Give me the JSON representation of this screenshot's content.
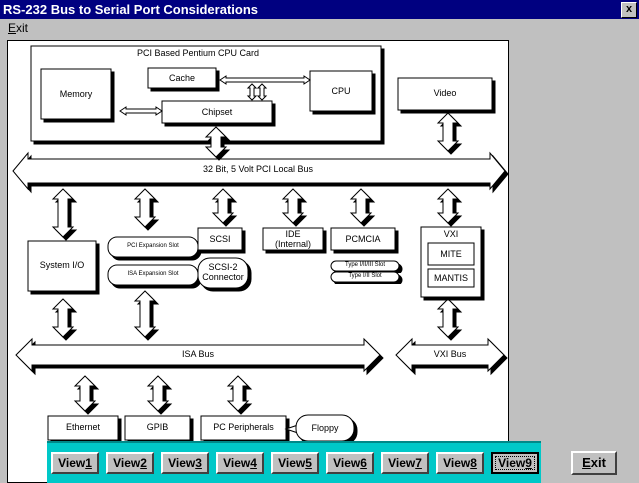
{
  "window": {
    "title": "RS-232 Bus to Serial Port Considerations",
    "close": "x"
  },
  "menu": {
    "exit_prefix": "E",
    "exit_rest": "xit"
  },
  "diagram": {
    "cpu_card": "PCI Based Pentium CPU Card",
    "memory": "Memory",
    "cache": "Cache",
    "chipset": "Chipset",
    "cpu": "CPU",
    "video": "Video",
    "pci_bus": "32 Bit, 5 Volt PCI Local Bus",
    "system_io": "System I/O",
    "pci_expansion_slot": "PCI Expansion Slot",
    "isa_expansion_slot": "ISA Expansion Slot",
    "scsi": "SCSI",
    "scsi2_connector_line1": "SCSI-2",
    "scsi2_connector_line2": "Connector",
    "ide_line1": "IDE",
    "ide_line2": "(Internal)",
    "pcmcia": "PCMCIA",
    "type_iii_slot": "Type I/II/III Slot",
    "type_ii_slot": "Type I/II Slot",
    "vxi": "VXI",
    "mite": "MITE",
    "mantis": "MANTIS",
    "isa_bus": "ISA Bus",
    "vxi_bus": "VXI Bus",
    "ethernet": "Ethernet",
    "gpib": "GPIB",
    "pc_peripherals": "PC Peripherals",
    "floppy": "Floppy"
  },
  "view_buttons": [
    {
      "prefix": "View",
      "num": "1"
    },
    {
      "prefix": "View",
      "num": "2"
    },
    {
      "prefix": "View",
      "num": "3"
    },
    {
      "prefix": "View",
      "num": "4"
    },
    {
      "prefix": "View",
      "num": "5"
    },
    {
      "prefix": "View",
      "num": "6"
    },
    {
      "prefix": "View",
      "num": "7"
    },
    {
      "prefix": "View",
      "num": "8"
    },
    {
      "prefix": "View",
      "num": "9"
    }
  ],
  "exit_button": {
    "prefix": "E",
    "rest": "xit"
  },
  "colors": {
    "title_bar": "#000080",
    "view_bar": "#00c8c8",
    "background": "#c0c0c0"
  }
}
